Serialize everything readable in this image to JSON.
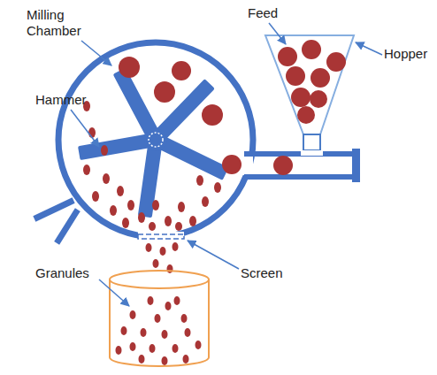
{
  "diagram": {
    "labels": [
      "Feed",
      "Milling Chamber",
      "Hopper",
      "Hammer",
      "Granules",
      "Screen"
    ]
  }
}
